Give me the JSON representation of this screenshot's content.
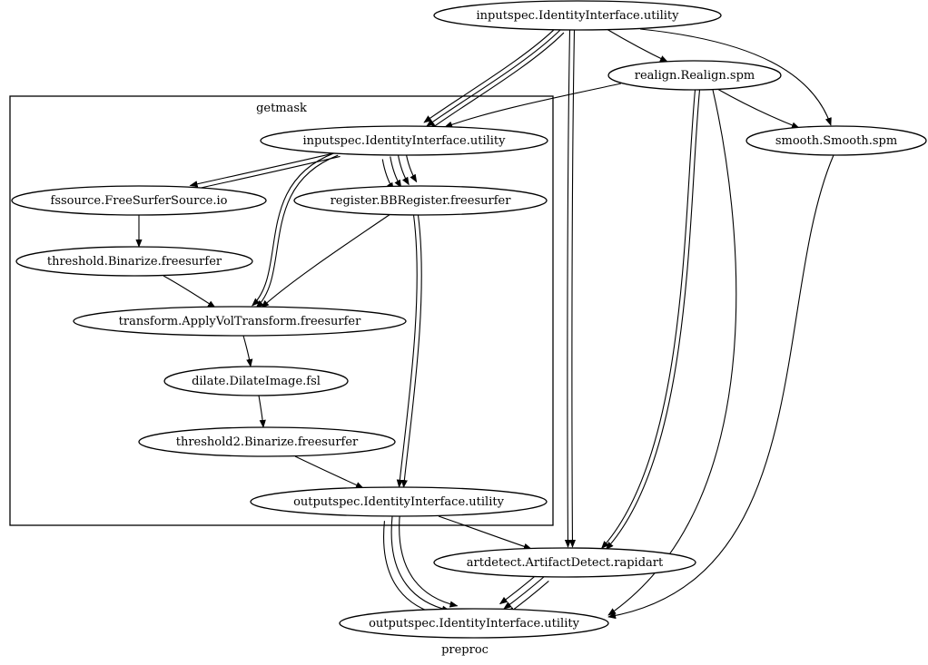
{
  "graph": {
    "title": "preproc",
    "cluster_title": "getmask",
    "nodes": {
      "inputspec_outer": "inputspec.IdentityInterface.utility",
      "realign": "realign.Realign.spm",
      "inputspec_inner": "inputspec.IdentityInterface.utility",
      "smooth": "smooth.Smooth.spm",
      "fssource": "fssource.FreeSurferSource.io",
      "register": "register.BBRegister.freesurfer",
      "threshold": "threshold.Binarize.freesurfer",
      "transform": "transform.ApplyVolTransform.freesurfer",
      "dilate": "dilate.DilateImage.fsl",
      "threshold2": "threshold2.Binarize.freesurfer",
      "outputspec_inner": "outputspec.IdentityInterface.utility",
      "artdetect": "artdetect.ArtifactDetect.rapidart",
      "outputspec_outer": "outputspec.IdentityInterface.utility"
    },
    "edges": [
      {
        "from": "inputspec_outer",
        "to": "inputspec_inner",
        "count": 3
      },
      {
        "from": "inputspec_outer",
        "to": "realign",
        "count": 1
      },
      {
        "from": "inputspec_outer",
        "to": "smooth",
        "count": 1
      },
      {
        "from": "inputspec_outer",
        "to": "artdetect",
        "count": 2
      },
      {
        "from": "realign",
        "to": "inputspec_inner",
        "count": 1
      },
      {
        "from": "realign",
        "to": "smooth",
        "count": 1
      },
      {
        "from": "realign",
        "to": "artdetect",
        "count": 2
      },
      {
        "from": "realign",
        "to": "outputspec_outer",
        "count": 1
      },
      {
        "from": "smooth",
        "to": "outputspec_outer",
        "count": 1
      },
      {
        "from": "inputspec_inner",
        "to": "fssource",
        "count": 2
      },
      {
        "from": "inputspec_inner",
        "to": "register",
        "count": 4
      },
      {
        "from": "inputspec_inner",
        "to": "transform",
        "count": 2
      },
      {
        "from": "fssource",
        "to": "threshold",
        "count": 1
      },
      {
        "from": "threshold",
        "to": "transform",
        "count": 1
      },
      {
        "from": "register",
        "to": "transform",
        "count": 1
      },
      {
        "from": "register",
        "to": "outputspec_inner",
        "count": 2
      },
      {
        "from": "transform",
        "to": "dilate",
        "count": 1
      },
      {
        "from": "dilate",
        "to": "threshold2",
        "count": 1
      },
      {
        "from": "threshold2",
        "to": "outputspec_inner",
        "count": 1
      },
      {
        "from": "outputspec_inner",
        "to": "artdetect",
        "count": 1
      },
      {
        "from": "outputspec_inner",
        "to": "outputspec_outer",
        "count": 3
      },
      {
        "from": "artdetect",
        "to": "outputspec_outer",
        "count": 3
      }
    ]
  }
}
